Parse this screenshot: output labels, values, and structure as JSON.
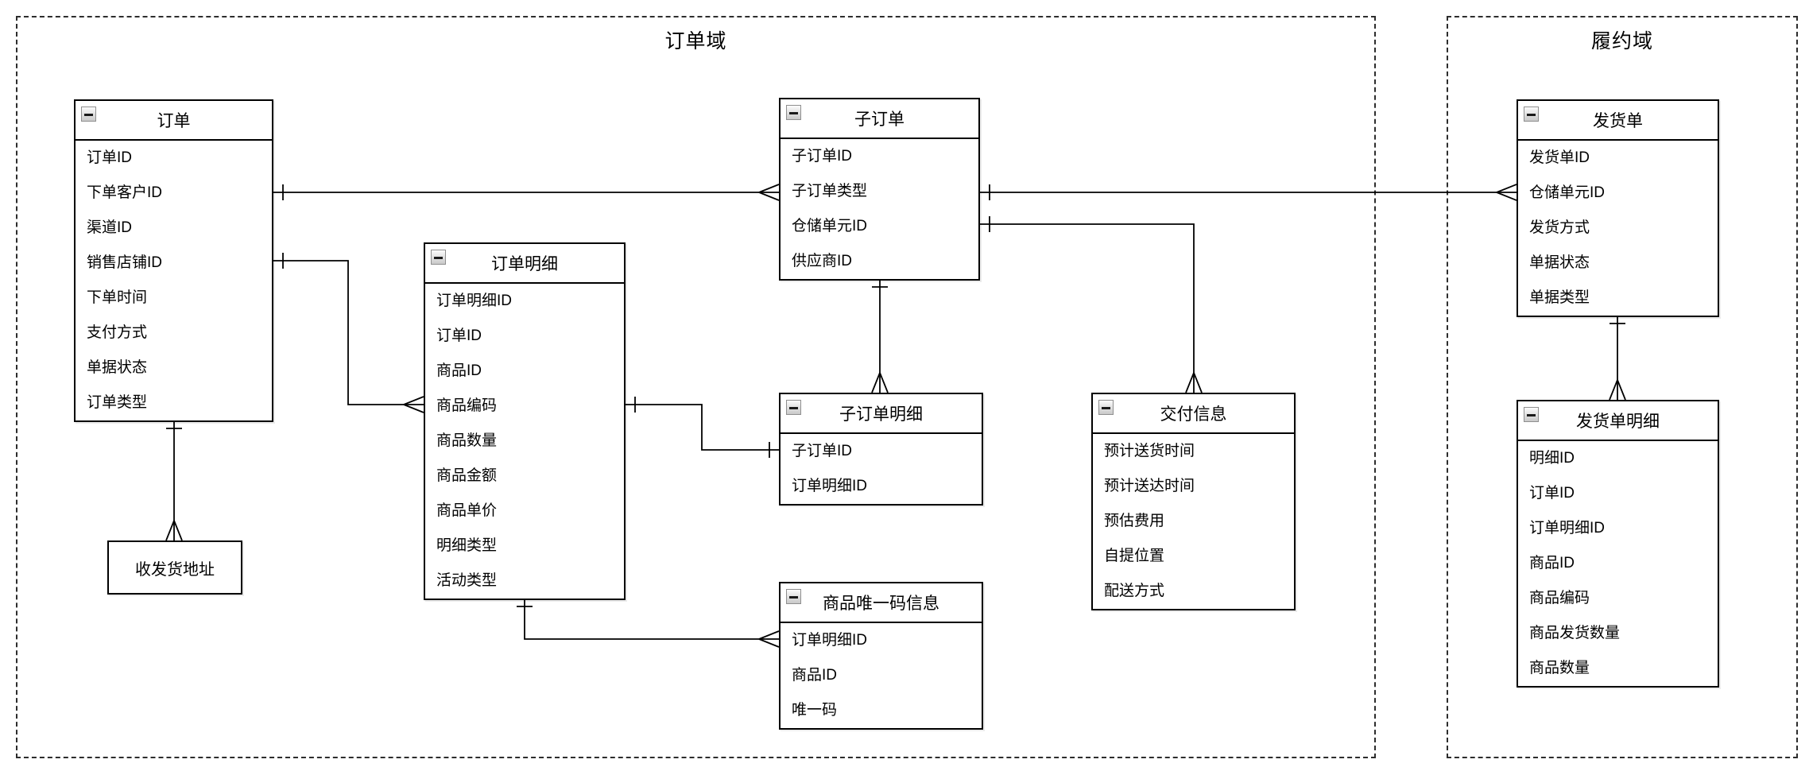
{
  "diagram": {
    "background_color": "#ffffff",
    "line_color": "#000000",
    "domains": [
      {
        "id": "order-domain",
        "title": "订单域"
      },
      {
        "id": "fulfillment-domain",
        "title": "履约域"
      }
    ],
    "entities": {
      "order": {
        "title": "订单",
        "fields": [
          "订单ID",
          "下单客户ID",
          "渠道ID",
          "销售店铺ID",
          "下单时间",
          "支付方式",
          "单据状态",
          "订单类型"
        ]
      },
      "order_detail": {
        "title": "订单明细",
        "fields": [
          "订单明细ID",
          "订单ID",
          "商品ID",
          "商品编码",
          "商品数量",
          "商品金额",
          "商品单价",
          "明细类型",
          "活动类型"
        ]
      },
      "suborder": {
        "title": "子订单",
        "fields": [
          "子订单ID",
          "子订单类型",
          "仓储单元ID",
          "供应商ID"
        ]
      },
      "suborder_detail": {
        "title": "子订单明细",
        "fields": [
          "子订单ID",
          "订单明细ID"
        ]
      },
      "delivery_info": {
        "title": "交付信息",
        "fields": [
          "预计送货时间",
          "预计送达时间",
          "预估费用",
          "自提位置",
          "配送方式"
        ]
      },
      "unique_code_info": {
        "title": "商品唯一码信息",
        "fields": [
          "订单明细ID",
          "商品ID",
          "唯一码"
        ]
      },
      "address": {
        "title": "收发货地址",
        "fields": []
      },
      "shipment": {
        "title": "发货单",
        "fields": [
          "发货单ID",
          "仓储单元ID",
          "发货方式",
          "单据状态",
          "单据类型"
        ]
      },
      "shipment_detail": {
        "title": "发货单明细",
        "fields": [
          "明细ID",
          "订单ID",
          "订单明细ID",
          "商品ID",
          "商品编码",
          "商品发货数量",
          "商品数量"
        ]
      }
    },
    "relationships": [
      {
        "from": "订单",
        "to": "子订单",
        "from_end": "one",
        "to_end": "many"
      },
      {
        "from": "订单",
        "to": "订单明细",
        "from_end": "one",
        "to_end": "many"
      },
      {
        "from": "订单",
        "to": "收发货地址",
        "from_end": "one",
        "to_end": "many"
      },
      {
        "from": "订单明细",
        "to": "子订单明细",
        "from_end": "one",
        "to_end": "one"
      },
      {
        "from": "订单明细",
        "to": "商品唯一码信息",
        "from_end": "one",
        "to_end": "many"
      },
      {
        "from": "子订单",
        "to": "子订单明细",
        "from_end": "one",
        "to_end": "many"
      },
      {
        "from": "子订单",
        "to": "交付信息",
        "from_end": "one",
        "to_end": "many"
      },
      {
        "from": "子订单",
        "to": "发货单",
        "from_end": "one",
        "to_end": "many"
      },
      {
        "from": "发货单",
        "to": "发货单明细",
        "from_end": "one",
        "to_end": "many"
      }
    ]
  }
}
